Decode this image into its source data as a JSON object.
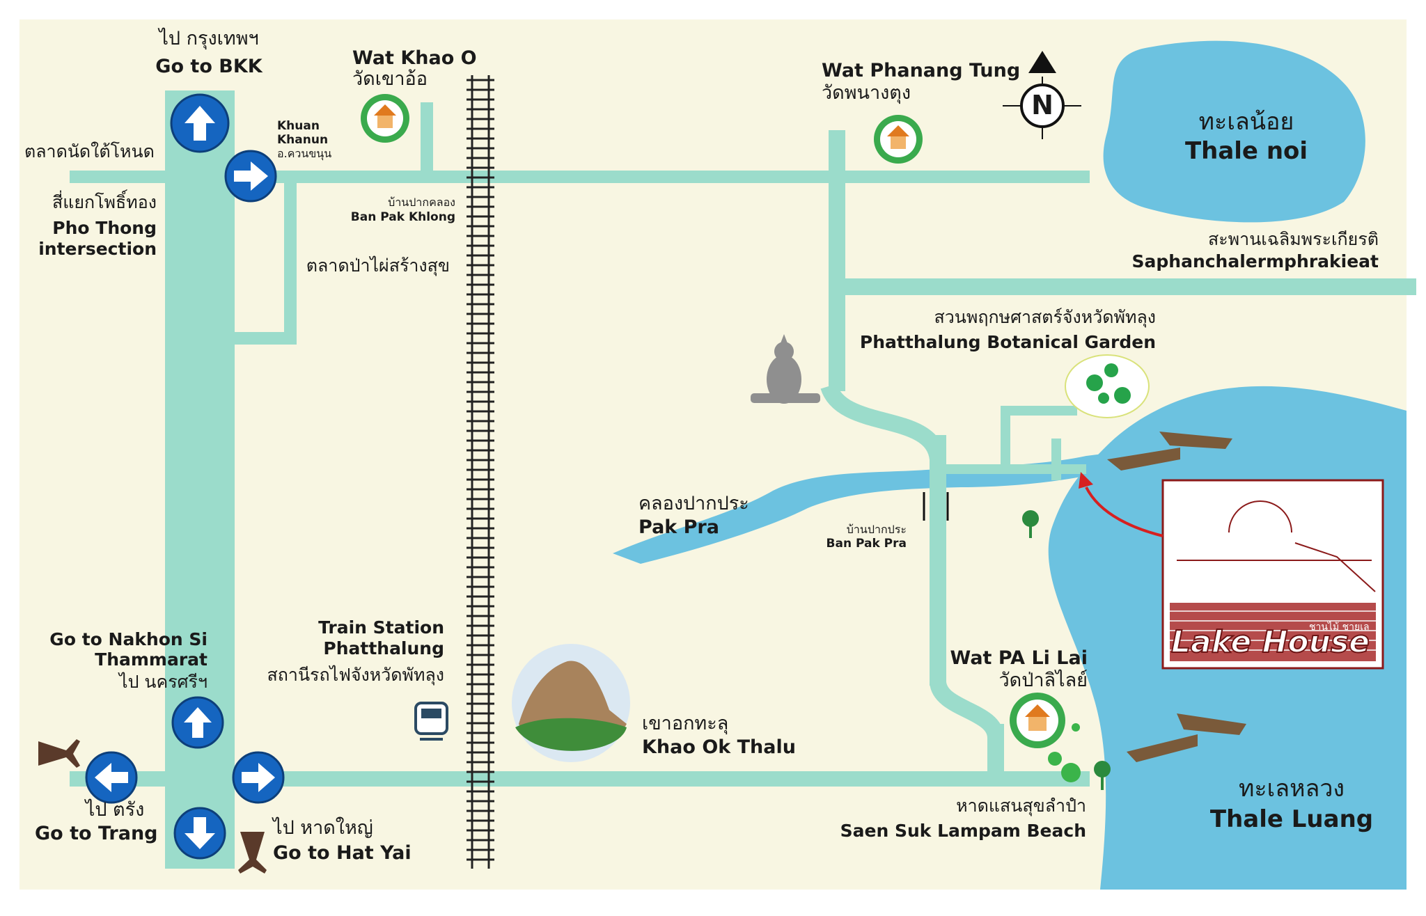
{
  "map": {
    "colors": {
      "land": "#f8f6e2",
      "road": "#9bdccb",
      "water": "#6cc2e0",
      "sign": "#1565c0",
      "temple": "#3aaa4d",
      "arrow": "#d62020",
      "house_border": "#8b1a1a"
    },
    "labels": {
      "bkk_th": "ไป กรุงเทพฯ",
      "bkk_en": "Go to BKK",
      "market_night": "ตลาดนัดใต้โหนด",
      "khuan_en_1": "Khuan",
      "khuan_en_2": "Khanun",
      "khuan_th": "อ.ควนขนุน",
      "pho_th": "สี่แยกโพธิ์ทอง",
      "pho_en_1": "Pho Thong",
      "pho_en_2": "intersection",
      "wat_khao_o_en": "Wat Khao O",
      "wat_khao_o_th": "วัดเขาอ้อ",
      "ban_pak_khlong_th": "บ้านปากคลอง",
      "ban_pak_khlong_en": "Ban Pak Khlong",
      "market_bamboo": "ตลาดป่าไผ่สร้างสุข",
      "wat_phanang_en": "Wat Phanang Tung",
      "wat_phanang_th": "วัดพนางตุง",
      "north": "N",
      "thale_noi_th": "ทะเลน้อย",
      "thale_noi_en": "Thale noi",
      "bridge_th": "สะพานเฉลิมพระเกียรติ",
      "bridge_en": "Saphanchalermphrakieat",
      "garden_th": "สวนพฤกษศาสตร์จังหวัดพัทลุง",
      "garden_en": "Phatthalung Botanical Garden",
      "pakpra_th": "คลองปากประ",
      "pakpra_en": "Pak Pra",
      "ban_pak_pra_th": "บ้านปากประ",
      "ban_pak_pra_en": "Ban Pak Pra",
      "nakhon_en_1": "Go to Nakhon Si",
      "nakhon_en_2": "Thammarat",
      "nakhon_th": "ไป นครศรีฯ",
      "train_en_1": "Train Station",
      "train_en_2": "Phatthalung",
      "train_th": "สถานีรถไฟจังหวัดพัทลุง",
      "khao_ok_th": "เขาอกทะลุ",
      "khao_ok_en": "Khao Ok Thalu",
      "wat_pa_en": "Wat PA Li Lai",
      "wat_pa_th": "วัดป่าลิไลย์",
      "trang_th": "ไป ตรัง",
      "trang_en": "Go to Trang",
      "hatyai_th": "ไป หาดใหญ่",
      "hatyai_en": "Go to Hat Yai",
      "beach_th": "หาดแสนสุขลำปำ",
      "beach_en": "Saen Suk Lampam Beach",
      "thale_luang_th": "ทะเลหลวง",
      "thale_luang_en": "Thale Luang",
      "lake_house": "Lake House",
      "lake_house_th": "ชานไม้ ชายเล"
    }
  }
}
